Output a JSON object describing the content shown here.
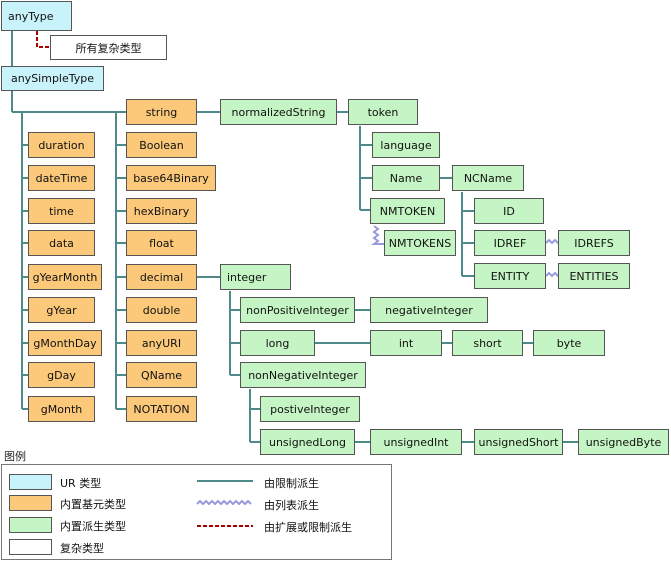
{
  "nodes": {
    "anyType": "anyType",
    "complexAll": "所有复杂类型",
    "anySimpleType": "anySimpleType",
    "duration": "duration",
    "dateTime": "dateTime",
    "time": "time",
    "data": "data",
    "gYearMonth": "gYearMonth",
    "gYear": "gYear",
    "gMonthDay": "gMonthDay",
    "gDay": "gDay",
    "gMonth": "gMonth",
    "string": "string",
    "Boolean": "Boolean",
    "base64Binary": "base64Binary",
    "hexBinary": "hexBinary",
    "float": "float",
    "decimal": "decimal",
    "double": "double",
    "anyURI": "anyURI",
    "QName": "QName",
    "NOTATION": "NOTATION",
    "normalizedString": "normalizedString",
    "token": "token",
    "language": "language",
    "Name": "Name",
    "NCName": "NCName",
    "NMTOKEN": "NMTOKEN",
    "NMTOKENS": "NMTOKENS",
    "ID": "ID",
    "IDREF": "IDREF",
    "IDREFS": "IDREFS",
    "ENTITY": "ENTITY",
    "ENTITIES": "ENTITIES",
    "integer": "integer",
    "nonPositiveInteger": "nonPositiveInteger",
    "negativeInteger": "negativeInteger",
    "long": "long",
    "int": "int",
    "short": "short",
    "byte": "byte",
    "nonNegativeInteger": "nonNegativeInteger",
    "postiveInteger": "postiveInteger",
    "unsignedLong": "unsignedLong",
    "unsignedInt": "unsignedInt",
    "unsignedShort": "unsignedShort",
    "unsignedByte": "unsignedByte"
  },
  "legend": {
    "title": "图例",
    "ur": "UR 类型",
    "builtin_primitive": "内置基元类型",
    "builtin_derived": "内置派生类型",
    "complex": "复杂类型",
    "restriction": "由限制派生",
    "list": "由列表派生",
    "extension": "由扩展或限制派生"
  },
  "colors": {
    "ur_fill": "#c9f3fb",
    "primitive_fill": "#fcc97a",
    "derived_fill": "#c5f5c5",
    "complex_fill": "#ffffff",
    "restriction_line": "#4f8a8b",
    "list_line": "#9999dd",
    "extension_line": "#aa0000"
  }
}
